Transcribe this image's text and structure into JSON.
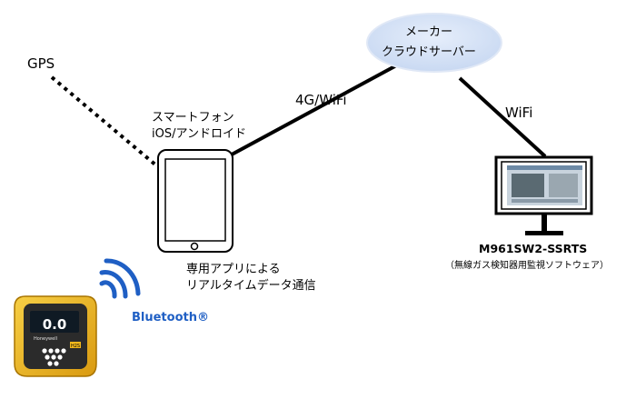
{
  "labels": {
    "gps": "GPS",
    "cloud_line1": "メーカー",
    "cloud_line2": "クラウドサーバー",
    "link_4g": "4G/WiFi",
    "link_wifi": "WiFi",
    "phone_line1": "スマートフォン",
    "phone_line2": "iOS/アンドロイド",
    "app_line1": "専用アプリによる",
    "app_line2": "リアルタイムデータ通信",
    "bluetooth": "Bluetooth®",
    "monitor_model": "M961SW2-SSRTS",
    "monitor_desc": "（無線ガス検知器用監視ソフトウェア）"
  },
  "detector": {
    "reading": "0.0",
    "brand": "Honeywell",
    "gas": "H2S"
  },
  "colors": {
    "cloud_fill": "#c9d9f2",
    "cloud_edge": "#e6eefb",
    "bluetooth": "#1f5fc4",
    "detector_yellow": "#f2b81c",
    "line": "#000000"
  }
}
